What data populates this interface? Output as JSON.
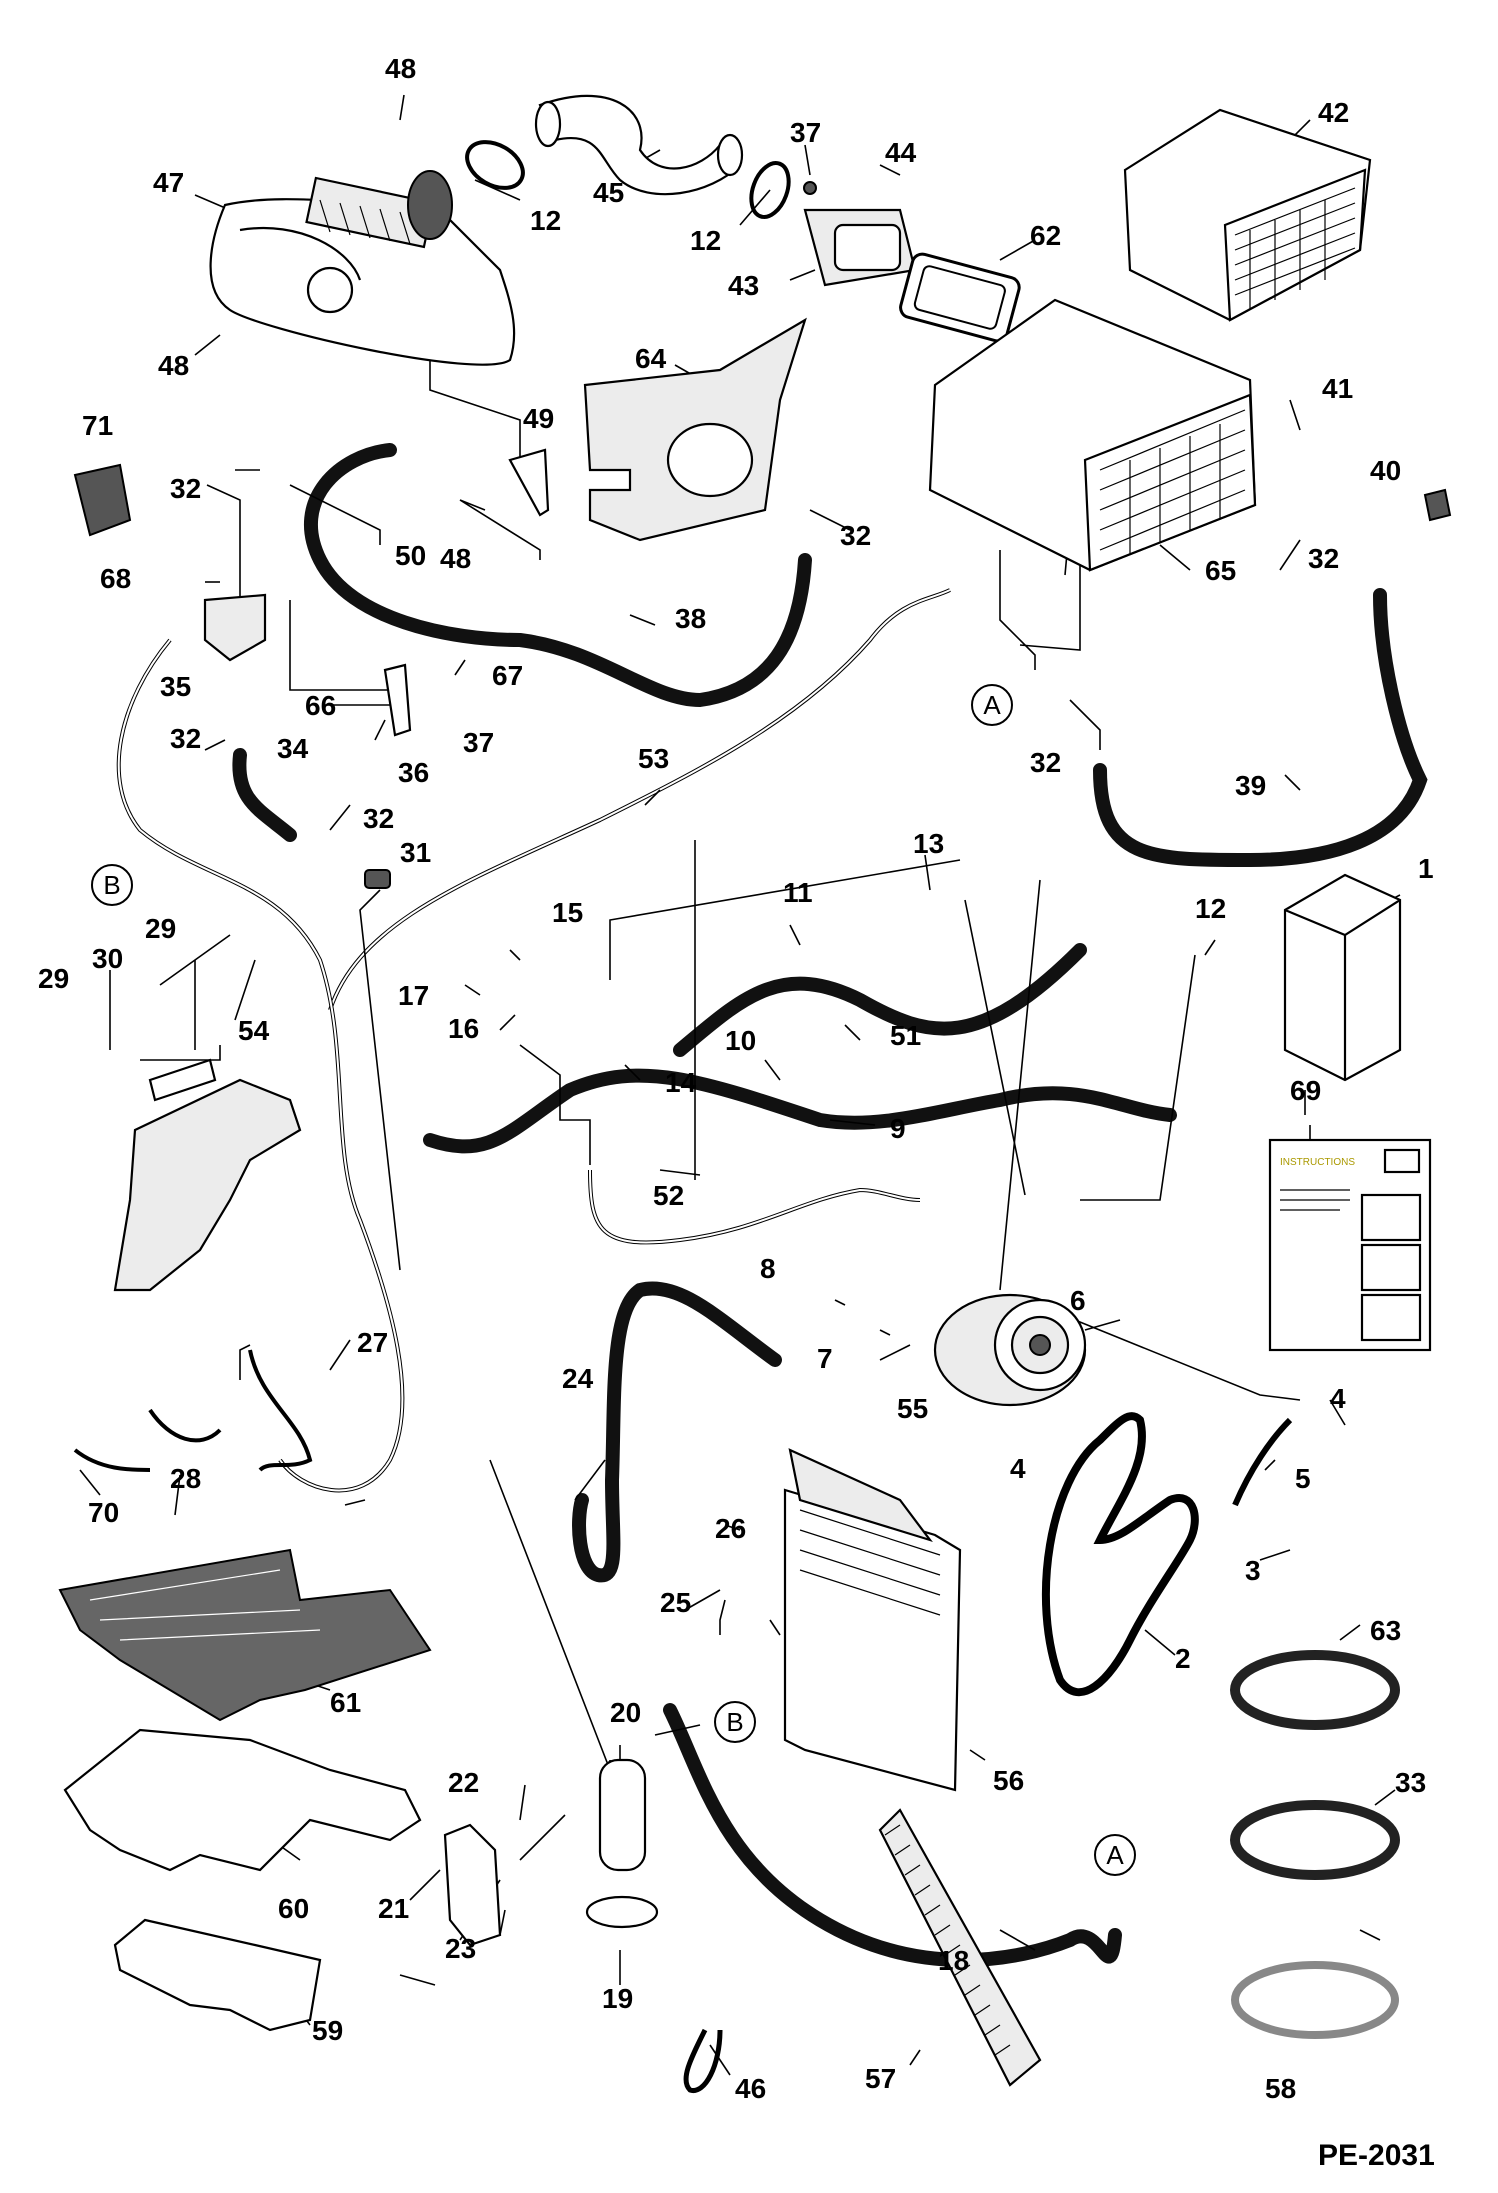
{
  "diagram": {
    "page_code": "PE-2031",
    "decal_text": "INSTRUCTIONS",
    "connectors": [
      "A",
      "B"
    ],
    "callouts": [
      "1",
      "2",
      "3",
      "4",
      "5",
      "6",
      "7",
      "8",
      "9",
      "10",
      "11",
      "12",
      "13",
      "14",
      "15",
      "16",
      "17",
      "18",
      "19",
      "20",
      "21",
      "22",
      "23",
      "24",
      "25",
      "26",
      "27",
      "28",
      "29",
      "30",
      "31",
      "32",
      "33",
      "34",
      "35",
      "36",
      "37",
      "38",
      "39",
      "40",
      "41",
      "42",
      "43",
      "44",
      "45",
      "46",
      "47",
      "48",
      "49",
      "50",
      "51",
      "52",
      "53",
      "54",
      "55",
      "56",
      "57",
      "58",
      "59",
      "60",
      "61",
      "62",
      "63",
      "64",
      "65",
      "66",
      "67",
      "68",
      "69",
      "70",
      "71"
    ]
  }
}
